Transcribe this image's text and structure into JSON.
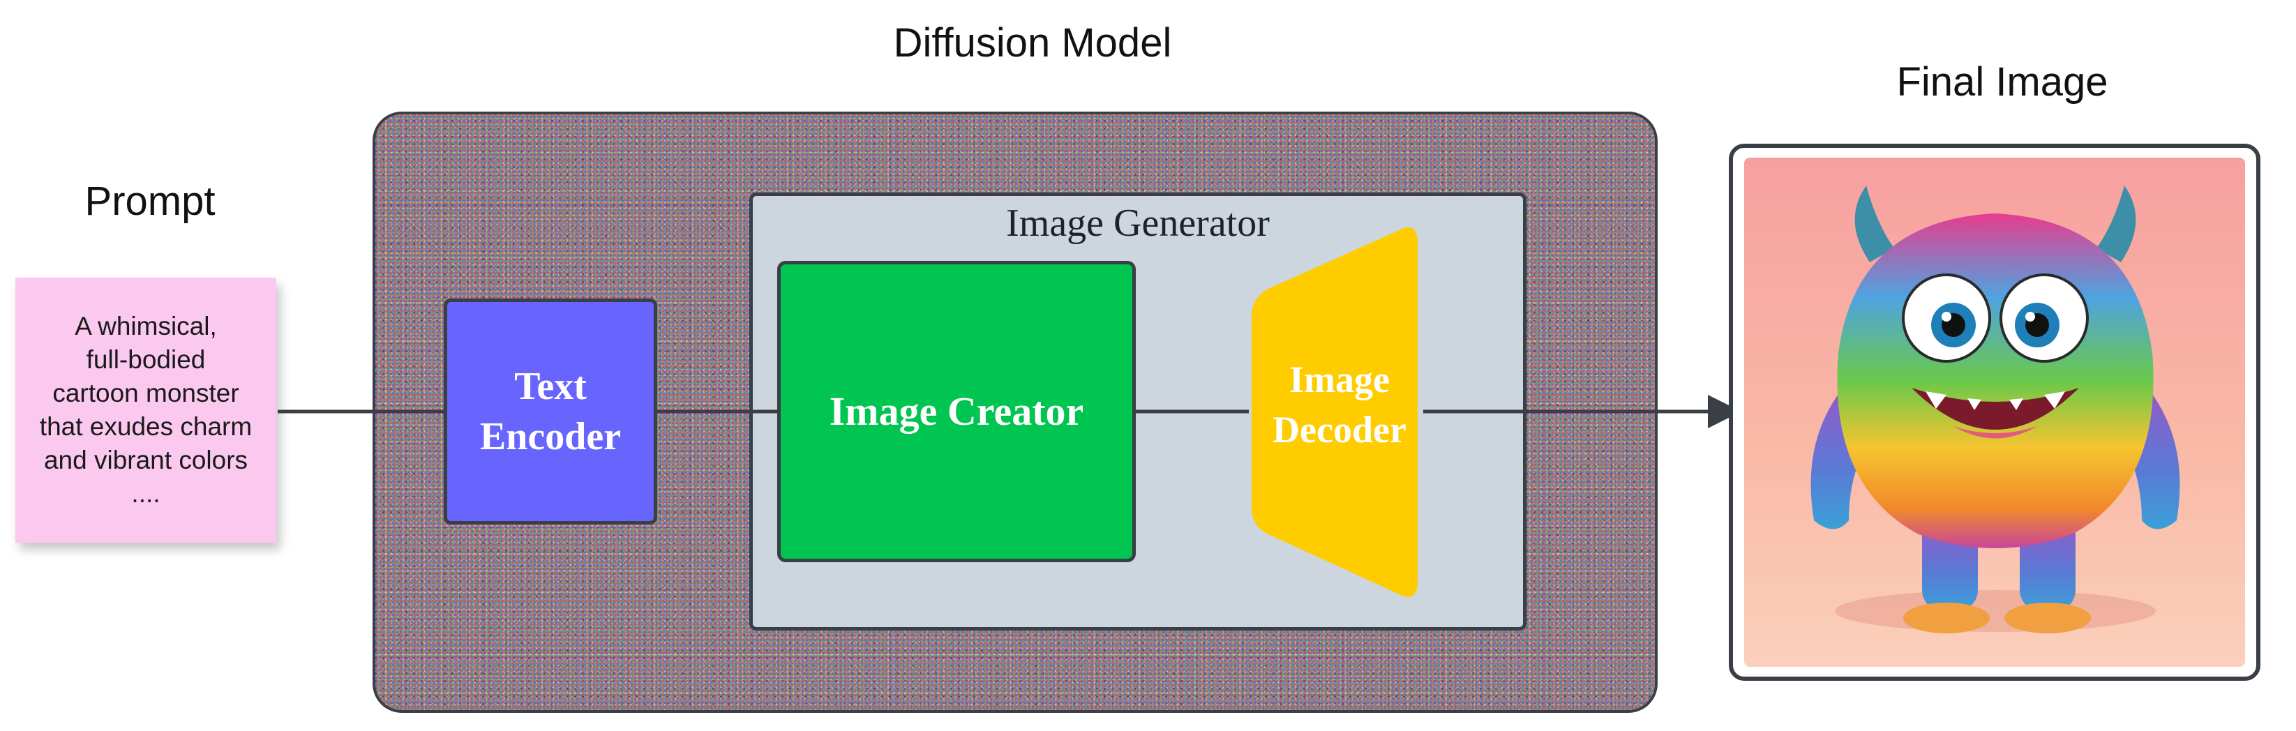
{
  "labels": {
    "diffusion_model": "Diffusion Model",
    "final_image": "Final Image",
    "prompt": "Prompt",
    "image_generator": "Image Generator"
  },
  "prompt_text": "A whimsical,\nfull-bodied\ncartoon monster\nthat exudes charm\nand vibrant colors\n....",
  "blocks": {
    "text_encoder": "Text\nEncoder",
    "image_creator": "Image Creator",
    "image_decoder": "Image\nDecoder"
  },
  "colors": {
    "text_encoder": "#6765fd",
    "image_creator": "#00c550",
    "image_decoder": "#ffcc00",
    "generator_panel": "#cdd5de",
    "prompt_note": "#fbc9ef",
    "border": "#3a3f46"
  },
  "icons": {
    "final_image_content": "cartoon-monster-illustration"
  }
}
